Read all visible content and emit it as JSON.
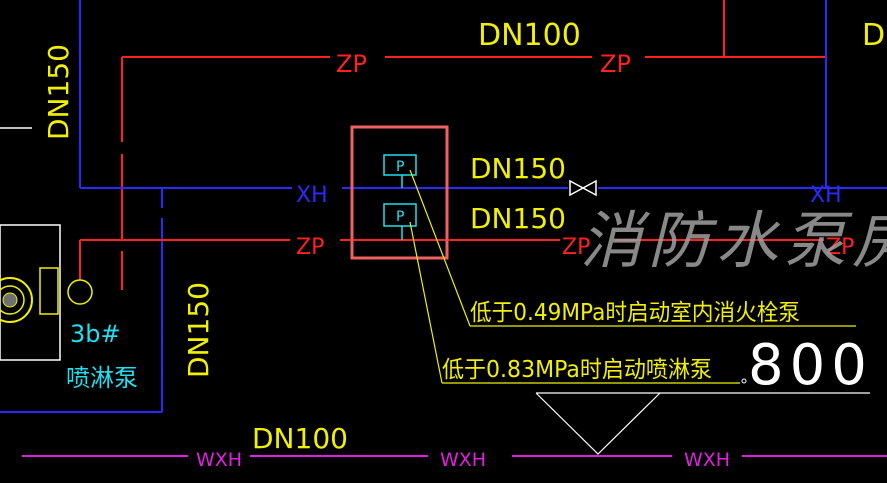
{
  "colors": {
    "background": "#000000",
    "zp_pipe": "#ff2020",
    "xh_pipe": "#2a2aff",
    "wxh_pipe": "#e020e0",
    "dim_text": "#f0f000",
    "cyan": "#20e0f0",
    "white": "#ffffff",
    "gray": "#a0a0a0",
    "highlight": "#f06060"
  },
  "labels": {
    "dn100_top": "DN100",
    "dn_top_right": "DN",
    "zp_top_left": "ZP",
    "zp_top_right": "ZP",
    "dn150_left_vertical": "DN150",
    "dn150_upper": "DN150",
    "dn150_lower": "DN150",
    "xh_left": "XH",
    "xh_right": "XH",
    "zp_mid_left": "ZP",
    "zp_mid_center": "ZP",
    "zp_mid_right": "ZP",
    "pump_room_title": "消防水泵房",
    "pump_number": "3b#",
    "pump_name": "喷淋泵",
    "dn150_pump_vertical": "DN150",
    "note_hydrant": "低于0.49MPa时启动室内消火栓泵",
    "note_sprinkler": "低于0.83MPa时启动喷淋泵",
    "dim_800": "800",
    "dn100_bottom": "DN100",
    "wxh_left": "WXH",
    "wxh_mid": "WXH",
    "wxh_right": "WXH",
    "gauge_symbol_1": "P",
    "gauge_symbol_2": "P"
  }
}
